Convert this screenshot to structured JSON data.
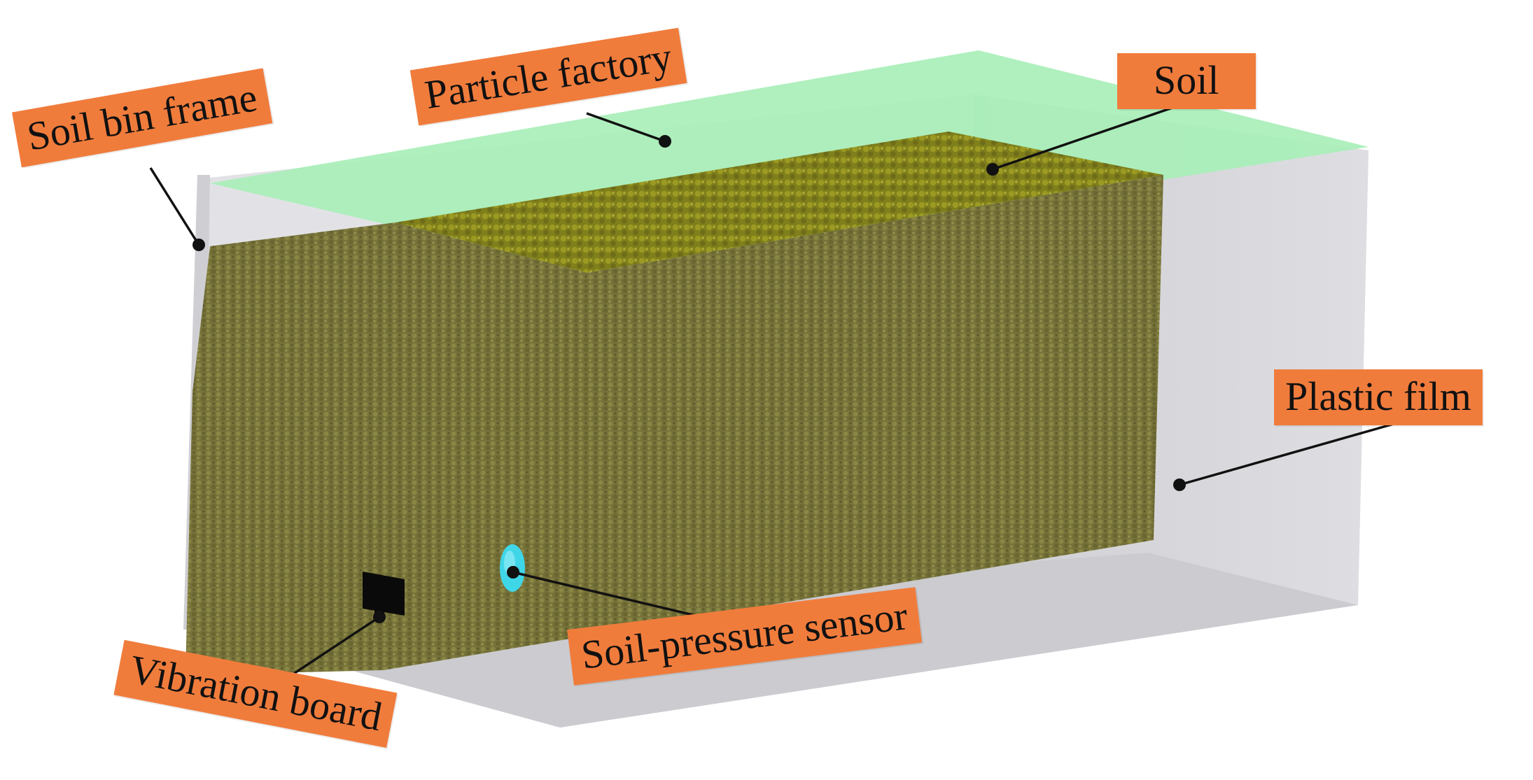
{
  "labels": {
    "soil_bin_frame": "Soil bin frame",
    "particle_factory": "Particle factory",
    "soil": "Soil",
    "plastic_film": "Plastic film",
    "vibration_board": "Vibration board",
    "soil_pressure_sensor": "Soil-pressure sensor"
  },
  "colors": {
    "callout_fill": "#f07c3c",
    "particle_factory": "#a8efb8",
    "soil_front": "#76723a",
    "soil_top": "#8a8a1e",
    "bin_frame": "#d8d8dc",
    "sensor": "#3fd6e8",
    "vibration_board": "#0a0a0a"
  }
}
